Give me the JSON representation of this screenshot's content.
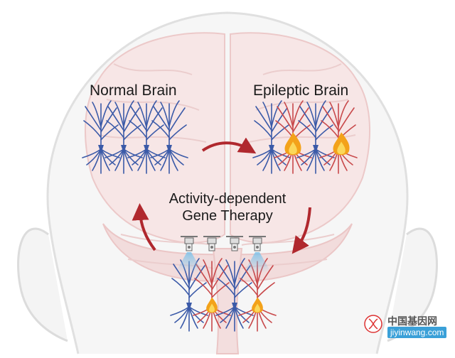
{
  "labels": {
    "normal": "Normal Brain",
    "epileptic": "Epileptic Brain",
    "therapy_line1": "Activity-dependent",
    "therapy_line2": "Gene Therapy"
  },
  "watermark": {
    "cn": "中国基因网",
    "site": "jiyinwang.com"
  },
  "colors": {
    "excitatory_neuron": "#3b5aa8",
    "inhibitory_neuron": "#c8494b",
    "cycle_arrow": "#b0282e",
    "flame_outer": "#f3a21a",
    "flame_inner": "#fbd85a",
    "spray": "#7fc3ea",
    "head_outline": "#e4e4e4",
    "brain_fill": "#f7e6e6"
  },
  "icons": [
    "flame-icon",
    "vector-sprayer-icon",
    "cycle-arrow-icon",
    "neuron-icon",
    "dna-logo-icon"
  ]
}
